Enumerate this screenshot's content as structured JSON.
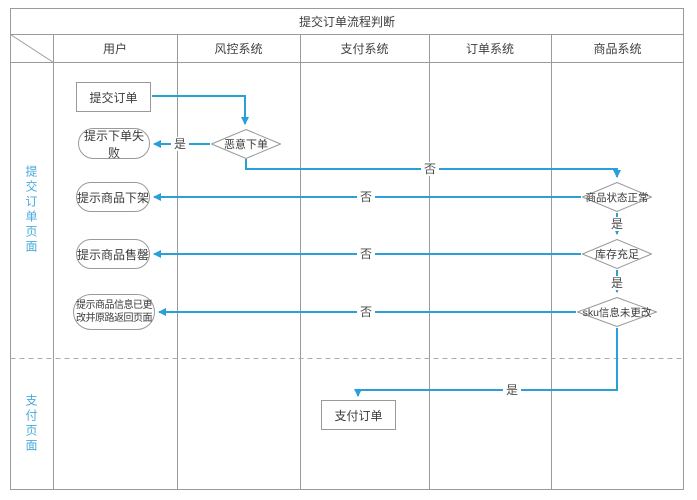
{
  "title": "提交订单流程判断",
  "lanes": [
    "用户",
    "风控系统",
    "支付系统",
    "订单系统",
    "商品系统"
  ],
  "pages": {
    "submit": "提交订单页面",
    "pay": "支付页面"
  },
  "nodes": {
    "submit_order": "提交订单",
    "order_fail_hint": "提示下单失败",
    "malicious_order": "恶意下单",
    "product_offline_hint": "提示商品下架",
    "product_status_ok": "商品状态正常",
    "product_soldout_hint": "提示商品售罄",
    "stock_enough": "库存充足",
    "product_changed_hint": "提示商品信息已更改并原路返回页面",
    "sku_unchanged": "sku信息未更改",
    "pay_order": "支付订单"
  },
  "edge_labels": {
    "yes": "是",
    "no": "否"
  },
  "colors": {
    "accent": "#2aa0d8",
    "lane_label": "#4aabdc",
    "grid": "#9b9b9b"
  }
}
